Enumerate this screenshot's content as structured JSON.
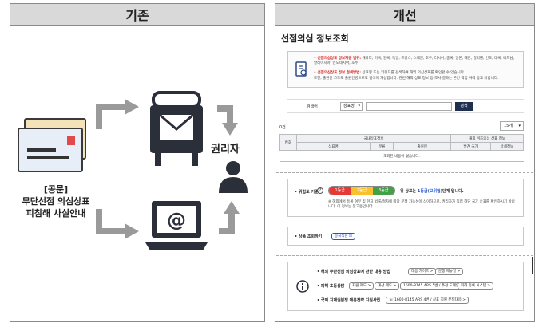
{
  "left": {
    "heading": "기존",
    "caption_lines": [
      "[공문]",
      "무단선점 의심상표",
      "피침해 사실안내"
    ],
    "rights_holder": "권리자",
    "icons": [
      "letter-icon",
      "mailbox-icon",
      "laptop-email-icon",
      "person-icon",
      "arrow-icon"
    ]
  },
  "right": {
    "heading": "개선",
    "page_title": "선점의심 정보조회",
    "notice": {
      "line1_label": "• 선점의심상표 정보제공 범위:",
      "line1_text": "캐나다, 미국, 영국, 독일, 프랑스, 스페인, 호주, 러시아, 중국, 일본, 대만, 필리핀, 인도, 태국, 베트남, 말레이시아, 인도네시아, 호주",
      "line2_label": "• 선점의심상표 정보 검색방법:",
      "line2_text": "상표명 또는 키워드를 검색하여 해외 의심상표를 확인할 수 있습니다.",
      "line3_text": "또한, 출원인 코드로 출원인명으로도 검색이 가능합니다. 관련 해외 상표 정보 등 조사 결과는 본인 책임 하에 참고 바랍니다."
    },
    "search": {
      "label": "검색어",
      "select_value": "상표명",
      "button": "검색"
    },
    "results": {
      "total_label": "0건",
      "page_size": "15개",
      "group_domestic": "국내상표정보",
      "group_overseas": "해외 위조의심 상표 정보",
      "columns": [
        "번호",
        "상표명",
        "분류",
        "출원인",
        "발견 국가",
        "상세정보"
      ],
      "empty_message": "조회된 내용이 없습니다."
    },
    "risk": {
      "label": "• 위험도 기준",
      "levels": [
        "1등급",
        "2등급",
        "3등급"
      ],
      "level_colors": [
        "#e53935",
        "#fbc02d",
        "#43a047"
      ],
      "suffix_prefix": "위 상표는 ",
      "suffix_emph": "1등급(고위험)",
      "suffix_end": "단계 입니다.",
      "note": "※ 해외에서 등록 여부 및 현지 법률/절차에 따라 분쟁 가능성이 상이하므로, 권리자가 직접 해당 국가 상표를 확인하시기 바랍니다. 이 정보는 참고용입니다."
    },
    "product": {
      "label": "• 상품 조회하기",
      "button": "중국직원 ⊡"
    },
    "guide": {
      "line1": "• 해외 무단선점 의심상표에 관한 대응 방법",
      "btn1": "대응 가이드 >",
      "btn2": "분쟁 매뉴얼 >",
      "line2": "• 피해 초동상담",
      "btn3": "지원 제도 >",
      "btn4": "계산 제도 >",
      "btn5": "1600-8145 ARS 5번 / 추천 도메인 >",
      "btn6": "피해 등록 시스템 >",
      "line3": "• 국제 지재권분쟁 대응전략 지원사업",
      "btn7": "☏ 1600-8145 ARS 4번 / 상표 지원 분쟁대응 >"
    }
  }
}
